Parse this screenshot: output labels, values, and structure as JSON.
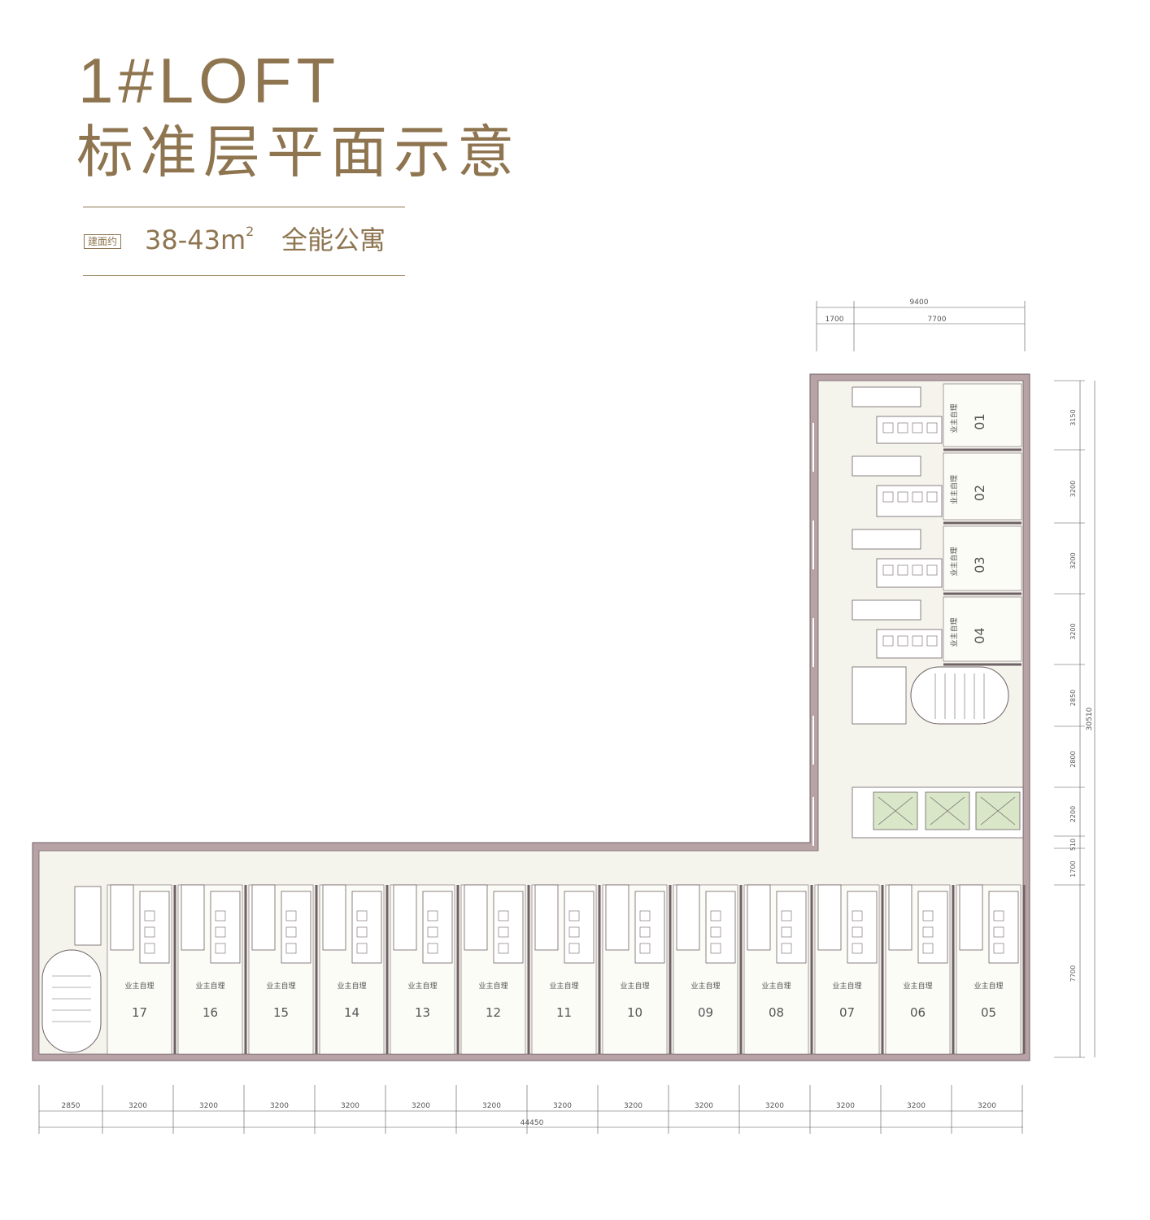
{
  "header": {
    "title_line1": "1#LOFT",
    "title_line2": "标准层平面示意",
    "area_tag": "建面约",
    "area_value": "38-43m",
    "area_superscript": "2",
    "product_type": "全能公寓"
  },
  "plan": {
    "top_dims": {
      "total": "9400",
      "left": "1700",
      "right": "7700"
    },
    "right_dims": [
      "3150",
      "3200",
      "3200",
      "3200",
      "2850",
      "2800",
      "2200",
      "510",
      "1700",
      "7700"
    ],
    "right_total": "30510",
    "bottom_dims": [
      "2850",
      "3200",
      "3200",
      "3200",
      "3200",
      "3200",
      "3200",
      "3200",
      "3200",
      "3200",
      "3200",
      "3200",
      "3200",
      "3200"
    ],
    "bottom_total": "44450",
    "wing_units": [
      "01",
      "02",
      "03",
      "04"
    ],
    "bottom_units": [
      "17",
      "16",
      "15",
      "14",
      "13",
      "12",
      "11",
      "10",
      "09",
      "08",
      "07",
      "06",
      "05"
    ],
    "owner_note": "业主自理",
    "colors": {
      "wall": "#b7a2a6",
      "wall_stroke": "#6f6266",
      "floor": "#f4f3ec",
      "room": "#fcfcf7",
      "dim": "#555555",
      "elevator": "#d9e6c8",
      "accent": "#8e7550"
    }
  }
}
